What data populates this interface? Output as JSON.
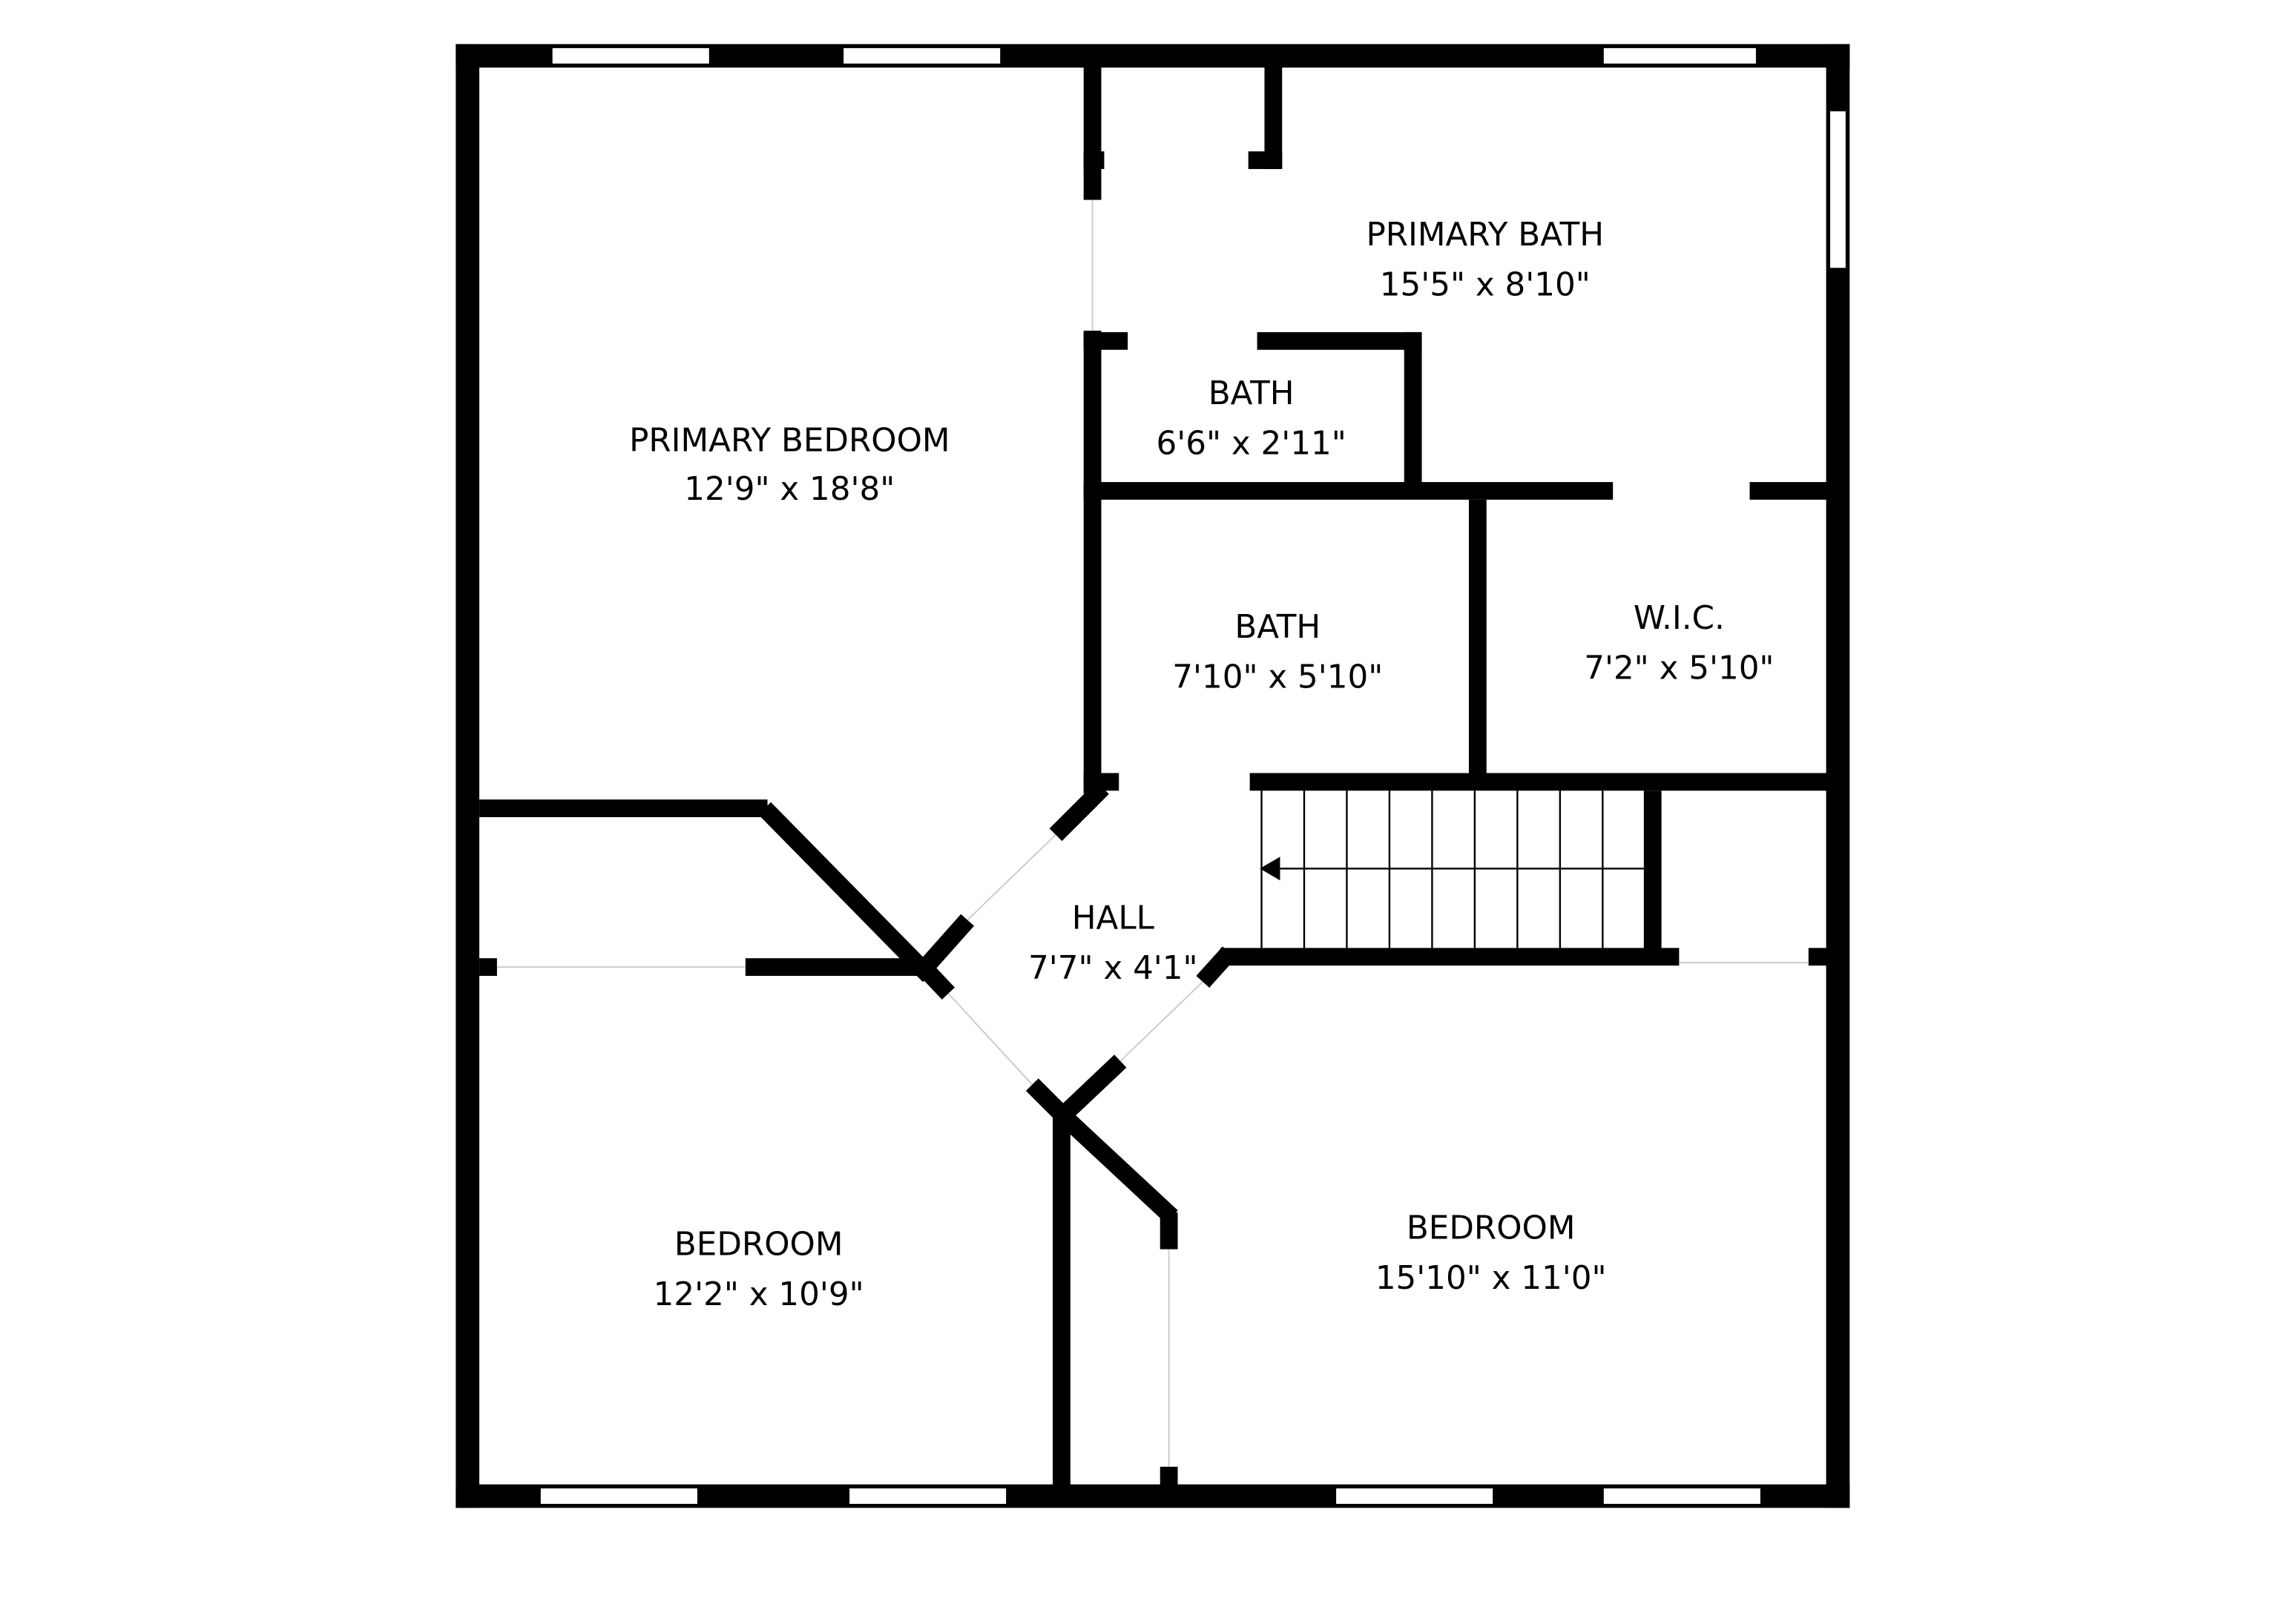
{
  "colors": {
    "wall": "#000000",
    "background": "#ffffff"
  },
  "rooms": [
    {
      "name": "PRIMARY BEDROOM",
      "size": "12'9\" x 18'8\""
    },
    {
      "name": "PRIMARY BATH",
      "size": "15'5\" x 8'10\""
    },
    {
      "name": "BATH",
      "size": "6'6\" x 2'11\""
    },
    {
      "name": "BATH",
      "size": "7'10\" x 5'10\""
    },
    {
      "name": "W.I.C.",
      "size": "7'2\" x 5'10\""
    },
    {
      "name": "HALL",
      "size": "7'7\" x 4'1\""
    },
    {
      "name": "BEDROOM",
      "size": "12'2\" x 10'9\""
    },
    {
      "name": "BEDROOM",
      "size": "15'10\" x 11'0\""
    }
  ]
}
